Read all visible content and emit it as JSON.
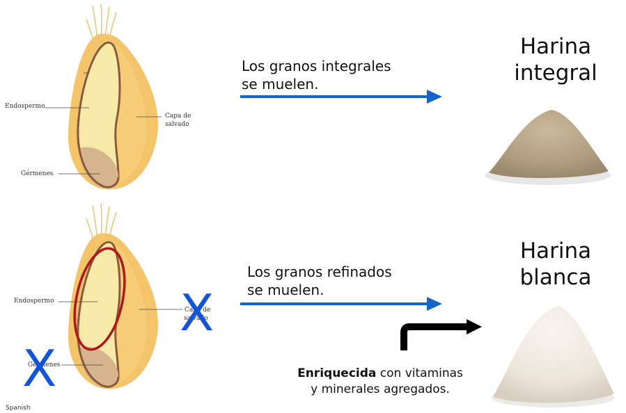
{
  "top": {
    "labels": {
      "endosperm": "Endospermo",
      "bran": "Capa de",
      "bran2": "salvado",
      "germ": "Gérmenes"
    },
    "statement_line1": "Los granos integrales",
    "statement_line2": "se muelen.",
    "product_line1": "Harina",
    "product_line2": "integral"
  },
  "bottom": {
    "labels": {
      "endosperm": "Endospermo",
      "bran": "Capa de",
      "bran2": "salvado",
      "germ": "Gérmenes"
    },
    "statement_line1": "Los granos refinados",
    "statement_line2": "se muelen.",
    "product_line1": "Harina",
    "product_line2": "blanca",
    "enriched_bold": "Enriquecida",
    "enriched_rest": " con vitaminas",
    "enriched_line2": "y minerales agregados.",
    "removed_mark": "X"
  },
  "footer_language": "Spanish",
  "colors": {
    "arrow": "#1565c8",
    "x_mark": "#1455d8",
    "circle": "#b01818",
    "bran": "#f3c46a",
    "endosperm": "#f7eaa8",
    "germ": "#d6b58e",
    "whole_flour": "#b9a78b",
    "white_flour": "#efe8df"
  }
}
